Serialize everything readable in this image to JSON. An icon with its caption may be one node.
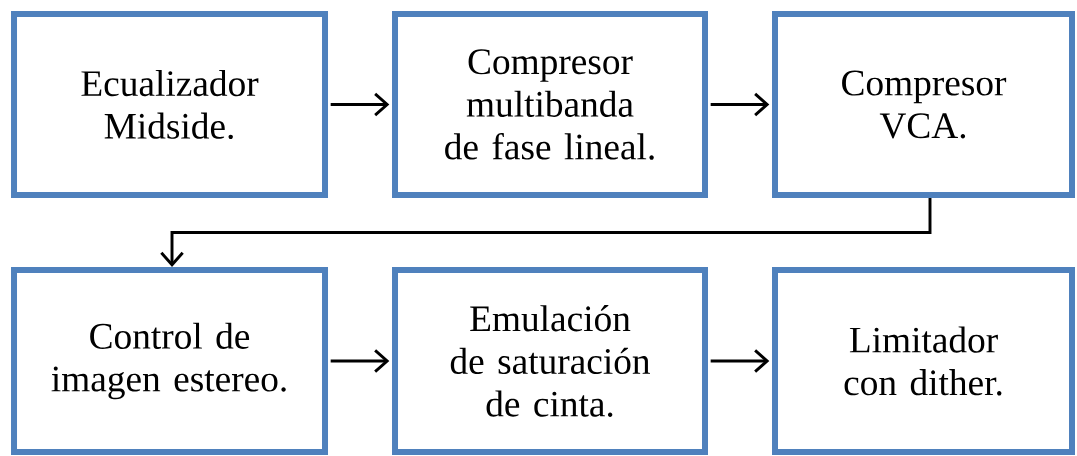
{
  "diagram": {
    "nodes": [
      {
        "text": [
          "Ecualizador Midside."
        ]
      },
      {
        "text": [
          "Compresor multibanda de fase lineal."
        ]
      },
      {
        "text": [
          "Compresor VCA."
        ]
      },
      {
        "text": [
          "Control de imagen estereo."
        ]
      },
      {
        "text": [
          "Emulación de saturación de cinta."
        ]
      },
      {
        "text": [
          "Limitador con dither."
        ]
      }
    ],
    "edges": [
      {
        "from": 0,
        "to": 1,
        "arrow": "to"
      },
      {
        "from": 1,
        "to": 2,
        "arrow": "to"
      },
      {
        "from": 2,
        "to": 3,
        "arrow": "to"
      },
      {
        "from": 3,
        "to": 4,
        "arrow": "to"
      },
      {
        "from": 4,
        "to": 5,
        "arrow": "to"
      }
    ]
  }
}
